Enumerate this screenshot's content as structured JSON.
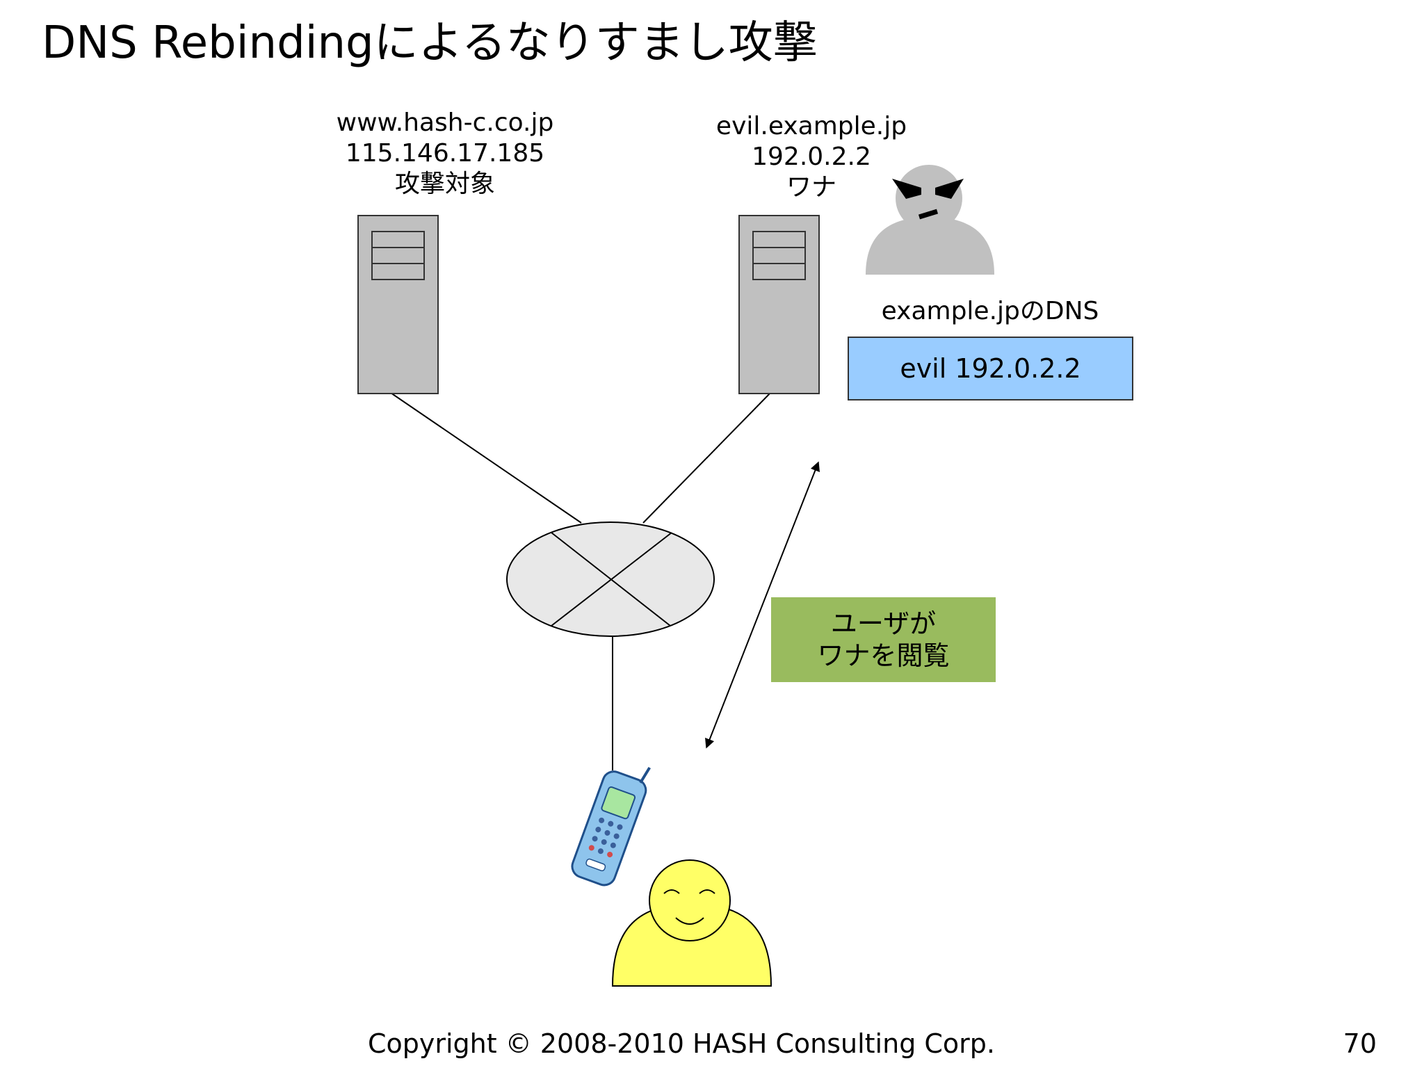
{
  "slide": {
    "title": "DNS Rebindingによるなりすまし攻撃",
    "page_number": "70",
    "footer": "Copyright © 2008-2010 HASH Consulting Corp."
  },
  "target_server": {
    "host": "www.hash-c.co.jp",
    "ip": "115.146.17.185",
    "role": "攻撃対象"
  },
  "trap_server": {
    "host": "evil.example.jp",
    "ip": "192.0.2.2",
    "role": "ワナ"
  },
  "dns": {
    "caption": "example.jpのDNS",
    "record": "evil 192.0.2.2"
  },
  "user_action": {
    "line1": "ユーザが",
    "line2": "ワナを閲覧"
  },
  "colors": {
    "server_fill": "#c0c0c0",
    "dns_box": "#99ccff",
    "user_action_box": "#99bb5e",
    "attacker": "#c0c0c0",
    "user": "#ffff66",
    "network": "#e8e8e8"
  },
  "icons": [
    "server-icon",
    "network-hub-icon",
    "attacker-icon",
    "user-icon",
    "mobile-phone-icon"
  ]
}
